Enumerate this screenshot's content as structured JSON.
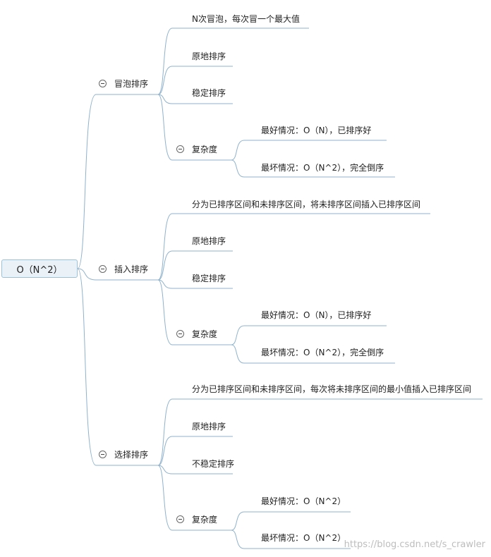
{
  "root": {
    "label": "O（N^2）"
  },
  "branches": [
    {
      "label": "冒泡排序",
      "children": [
        {
          "label": "N次冒泡，每次冒一个最大值"
        },
        {
          "label": "原地排序"
        },
        {
          "label": "稳定排序"
        },
        {
          "label": "复杂度",
          "children": [
            {
              "label": "最好情况：O（N），已排序好"
            },
            {
              "label": "最坏情况：O（N^2），完全倒序"
            }
          ]
        }
      ]
    },
    {
      "label": "插入排序",
      "children": [
        {
          "label": "分为已排序区间和未排序区间，将未排序区间插入已排序区间"
        },
        {
          "label": "原地排序"
        },
        {
          "label": "稳定排序"
        },
        {
          "label": "复杂度",
          "children": [
            {
              "label": "最好情况：O（N），已排序好"
            },
            {
              "label": "最坏情况：O（N^2），完全倒序"
            }
          ]
        }
      ]
    },
    {
      "label": "选择排序",
      "children": [
        {
          "label": "分为已排序区间和未排序区间，每次将未排序区间的最小值插入已排序区间"
        },
        {
          "label": "原地排序"
        },
        {
          "label": "不稳定排序"
        },
        {
          "label": "复杂度",
          "children": [
            {
              "label": "最好情况：O（N^2）"
            },
            {
              "label": "最坏情况：O（N^2）"
            }
          ]
        }
      ]
    }
  ],
  "watermark": "https://blog.csdn.net/s_crawler",
  "colors": {
    "line": "#8fb2cc",
    "root_fill": "#eaf2f8",
    "root_border": "#9cc0d8"
  }
}
